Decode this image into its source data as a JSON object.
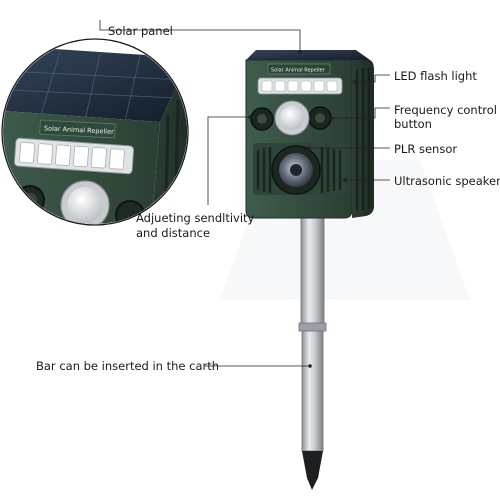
{
  "labels": {
    "solar_panel": "Solar panel",
    "led_flash_light": "LED flash light",
    "frequency_control_line1": "Frequency control",
    "frequency_control_line2": "button",
    "plr_sensor": "PLR sensor",
    "ultrasonic_speaker": "Ultrasonic speaker",
    "adjusting_line1": "Adjueting sendltivity",
    "adjusting_line2": "and distance",
    "bar_inserted": "Bar can be inserted in the carth"
  },
  "device_text": {
    "front_logo": "Solar Animal Repeller",
    "inset_logo": "Solar Animal Repeller"
  },
  "colors": {
    "device_green": "#3d5a4a",
    "device_dark": "#2a3b31",
    "solar_blue": "#1d2a3a",
    "rod_silver": "#bfc4c8",
    "callout_line": "#222222"
  }
}
